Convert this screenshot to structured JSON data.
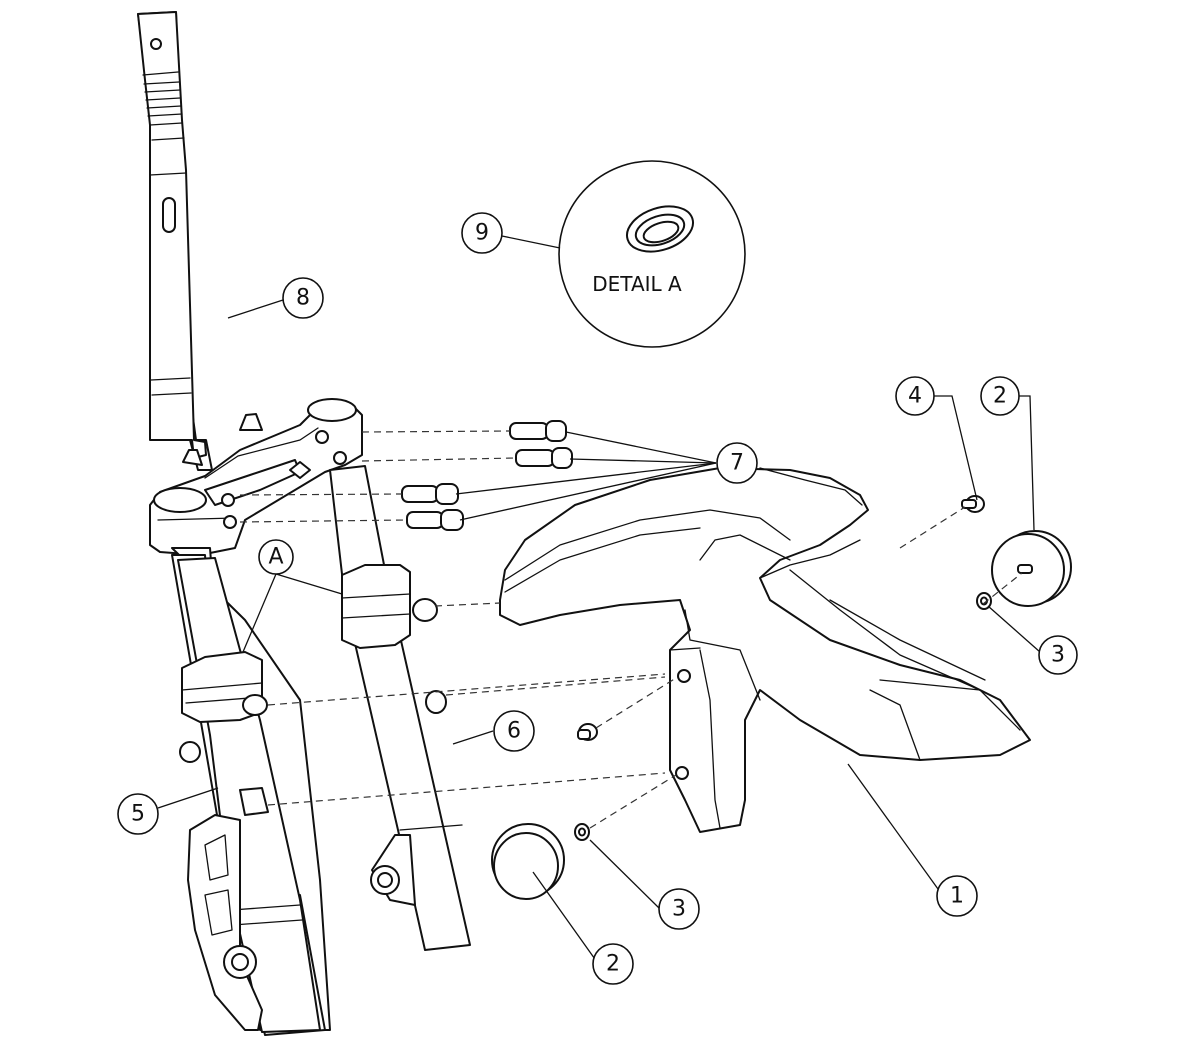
{
  "callouts": {
    "c1": "1",
    "c2a": "2",
    "c2b": "2",
    "c3a": "3",
    "c3b": "3",
    "c4": "4",
    "c5": "5",
    "c6": "6",
    "c7": "7",
    "c8": "8",
    "c9": "9",
    "cA": "A"
  },
  "detail": {
    "label": "DETAIL A"
  }
}
